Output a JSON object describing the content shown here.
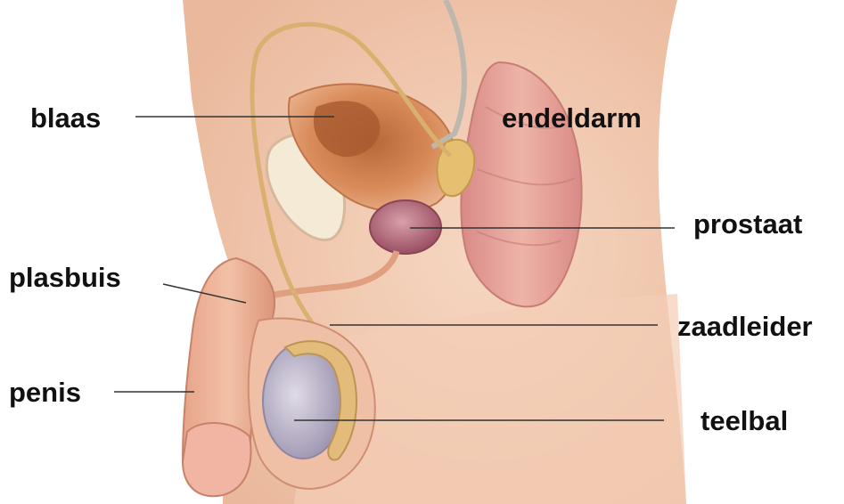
{
  "colors": {
    "background": "#ffffff",
    "skin": "#f2c9ae",
    "skin_dark": "#e2a688",
    "bladder": "#d88a58",
    "prostate": "#b86a7a",
    "rectum": "#e09a92",
    "duct": "#d9b070",
    "testis": "#b8b4c8",
    "leader_line": "#333333",
    "label_text": "#111111"
  },
  "labels": {
    "blaas": "blaas",
    "endeldarm": "endeldarm",
    "prostaat": "prostaat",
    "plasbuis": "plasbuis",
    "zaadleider": "zaadleider",
    "penis": "penis",
    "teelbal": "teelbal"
  }
}
